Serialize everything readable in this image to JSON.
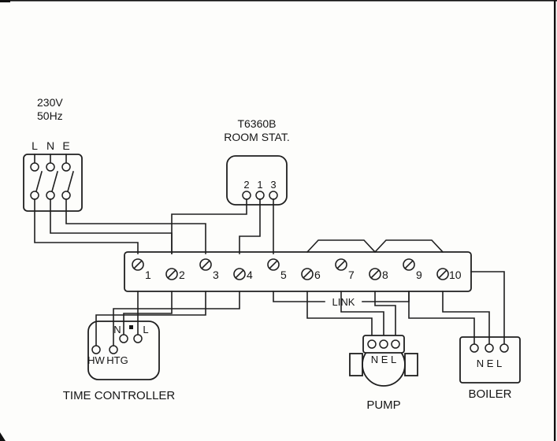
{
  "supply": {
    "voltage": "230V",
    "frequency": "50Hz",
    "terminals": [
      "L",
      "N",
      "E"
    ]
  },
  "room_stat": {
    "title1": "T6360B",
    "title2": "ROOM STAT.",
    "terminals": [
      "2",
      "1",
      "3"
    ]
  },
  "strip": {
    "terminals": [
      "1",
      "2",
      "3",
      "4",
      "5",
      "6",
      "7",
      "8",
      "9",
      "10"
    ],
    "link_label": "LINK"
  },
  "time_controller": {
    "label": "TIME CONTROLLER",
    "n": "N",
    "l": "L",
    "hw": "HW",
    "htg": "HTG"
  },
  "pump": {
    "label": "PUMP",
    "terminals": "N E L"
  },
  "boiler": {
    "label": "BOILER",
    "terminals": "N E L"
  },
  "colors": {
    "line": "#1f1f1f",
    "background": "#fdfdfb"
  }
}
